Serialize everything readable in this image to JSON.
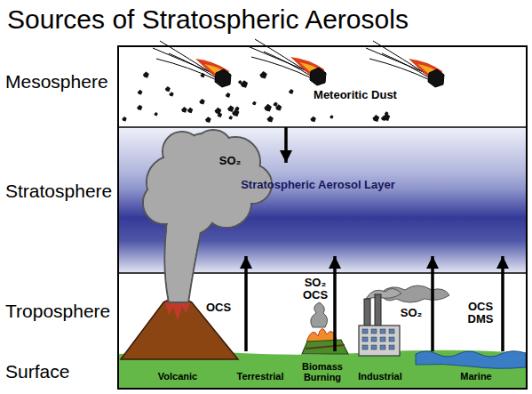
{
  "diagram": {
    "title": "Sources of Stratospheric Aerosols",
    "nodes": [
      {
        "text": [
          "Mesosphere",
          "Meteoritic Dust"
        ]
      },
      {
        "text": [
          "Stratosphere"
        ]
      },
      {
        "text": [
          "Stratospheric Aerosol Layer"
        ],
        "in": 1
      },
      {
        "text": [
          "Troposphere"
        ]
      },
      {
        "text": [
          "Surface",
          "Volcanic",
          "Terrestrial",
          "Biomass Burning",
          "Industrial",
          "Marine"
        ]
      }
    ],
    "edges": [
      {
        "from": 0,
        "to": 2,
        "arrow": "to"
      },
      {
        "from": 4,
        "to": 2,
        "arrow": "to",
        "label": "OCS"
      },
      {
        "from": 4,
        "to": 2,
        "arrow": "to",
        "label": "SO₂ OCS"
      },
      {
        "from": 4,
        "to": 2,
        "arrow": "to",
        "label": "SO₂"
      },
      {
        "from": 4,
        "to": 2,
        "arrow": "to",
        "label": "OCS DMS"
      }
    ],
    "labels": [
      "SO₂"
    ]
  }
}
